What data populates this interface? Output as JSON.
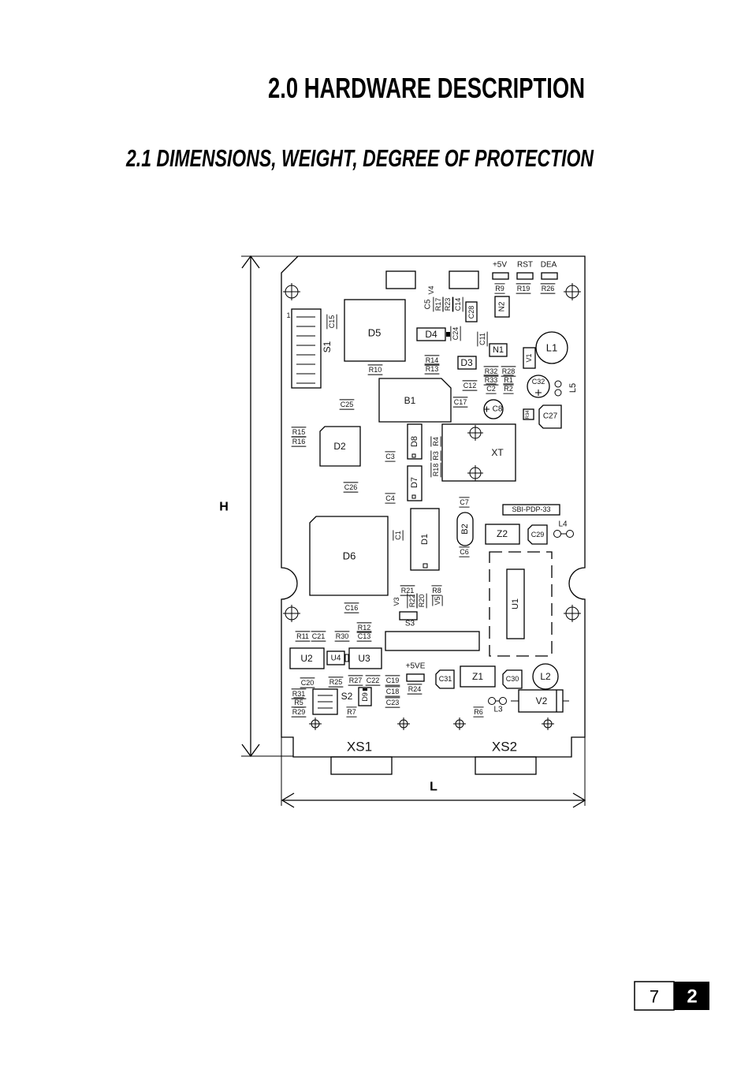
{
  "headings": {
    "title": "2.0 HARDWARE DESCRIPTION",
    "subtitle": "2.1 DIMENSIONS, WEIGHT, DEGREE OF PROTECTION"
  },
  "diagram": {
    "dimension_height": "H",
    "dimension_length": "L",
    "labels": {
      "plus5v": "+5V",
      "rst": "RST",
      "dea": "DEA",
      "r9": "R9",
      "r19": "R19",
      "r26": "R26",
      "v4": "V4",
      "c5": "C5",
      "r17": "R17",
      "r23": "R23",
      "c14": "C14",
      "c28": "C28",
      "n2": "N2",
      "pin1": "1",
      "c15": "C15",
      "s1": "S1",
      "d5": "D5",
      "d4": "D4",
      "c24": "C24",
      "c11": "C11",
      "n1": "N1",
      "l1": "L1",
      "v1": "V1",
      "l5": "L5",
      "r10": "R10",
      "r14": "R14",
      "r13": "R13",
      "d3": "D3",
      "r32": "R32",
      "r28": "R28",
      "r33": "R33",
      "r1": "R1",
      "c2": "C2",
      "r2": "R2",
      "c12": "C12",
      "c32": "C32",
      "b1": "B1",
      "c17": "C17",
      "c8": "C8",
      "c25": "C25",
      "r34": "R34",
      "c27": "C27",
      "r15": "R15",
      "r16": "R16",
      "d2": "D2",
      "d8": "D8",
      "r4": "R4",
      "r3": "R3",
      "r18": "R18",
      "xt": "XT",
      "c3": "C3",
      "d7": "D7",
      "c26": "C26",
      "c4": "C4",
      "c7": "C7",
      "sbi": "SBI-PDP-33",
      "l4": "L4",
      "b2": "B2",
      "z2": "Z2",
      "c29": "C29",
      "d6": "D6",
      "c1": "C1",
      "d1": "D1",
      "c6": "C6",
      "u1": "U1",
      "r21": "R21",
      "r8": "R8",
      "v3": "V3",
      "r22": "R22",
      "r20": "R20",
      "v5": "V5",
      "c16": "C16",
      "s3": "S3",
      "r12": "R12",
      "r11": "R11",
      "c21": "C21",
      "r30": "R30",
      "c13": "C13",
      "u2": "U2",
      "u4": "U4",
      "u3": "U3",
      "plus5ve": "+5VE",
      "c31": "C31",
      "z1": "Z1",
      "c30": "C30",
      "l2": "L2",
      "v2": "V2",
      "c20": "C20",
      "r25": "R25",
      "r27": "R27",
      "c22": "C22",
      "c19": "C19",
      "r24": "R24",
      "c18": "C18",
      "c23": "C23",
      "r31": "R31",
      "r5": "R5",
      "r29": "R29",
      "s2": "S2",
      "d9": "D9",
      "r7": "R7",
      "r6": "R6",
      "l3": "L3",
      "xs1": "XS1",
      "xs2": "XS2"
    }
  },
  "footer": {
    "page_number": "7",
    "chapter_number": "2"
  }
}
